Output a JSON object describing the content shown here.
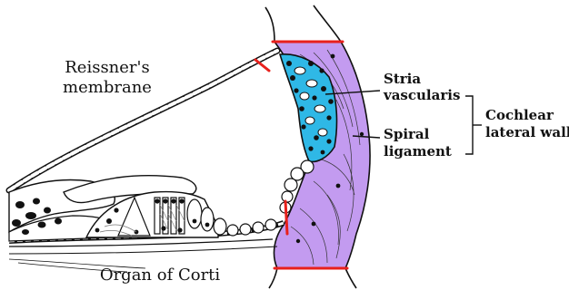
{
  "labels": {
    "reissner_line1": "Reissner's",
    "reissner_line2": "membrane",
    "stria_line1": "Stria",
    "stria_line2": "vascularis",
    "spiral_line1": "Spiral",
    "spiral_line2": "ligament",
    "cochlear_line1": "Cochlear",
    "cochlear_line2": "lateral wall",
    "organ_of_corti": "Organ of Corti"
  },
  "colors": {
    "stria_fill": "#2fb8e6",
    "ligament_fill": "#c39bf0",
    "boundary_marker": "#e8201c",
    "outline": "#111111"
  }
}
